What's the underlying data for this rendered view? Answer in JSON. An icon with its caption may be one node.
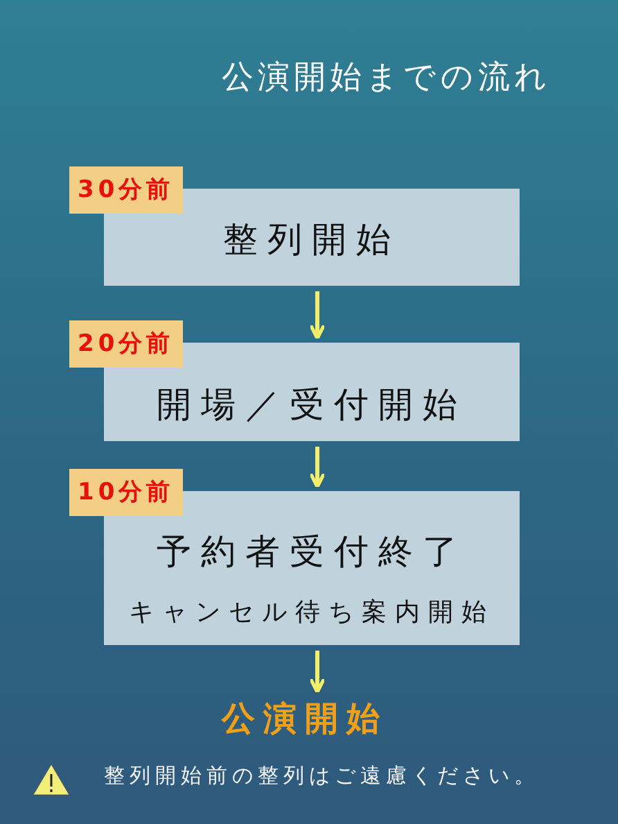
{
  "diagram": {
    "title": "公演開始までの流れ",
    "nodes": [
      {
        "text": [
          "30分前",
          "整列開始"
        ]
      },
      {
        "text": [
          "20分前",
          "開場／受付開始"
        ]
      },
      {
        "text": [
          "10分前",
          "予約者受付終了",
          "キャンセル待ち案内開始"
        ]
      },
      {
        "text": [
          "公演開始"
        ]
      }
    ],
    "edges": [
      {
        "from": 0,
        "to": 1,
        "arrow": "to"
      },
      {
        "from": 1,
        "to": 2,
        "arrow": "to"
      },
      {
        "from": 2,
        "to": 3,
        "arrow": "to"
      }
    ],
    "labels": [
      "整列開始前の整列はご遠慮ください。"
    ]
  }
}
